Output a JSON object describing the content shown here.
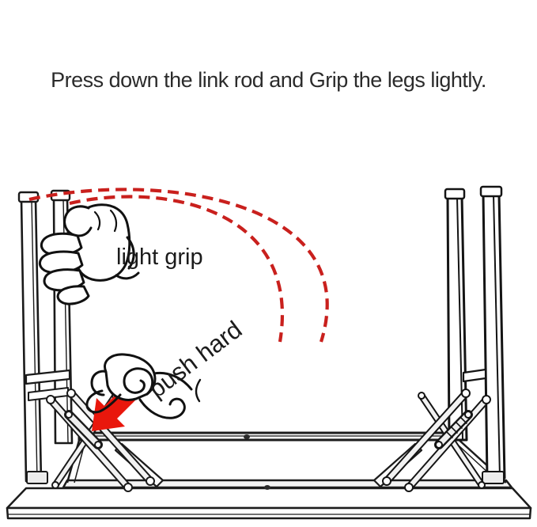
{
  "title": "Press down the link rod and Grip the legs lightly.",
  "labels": {
    "light_grip": "light grip",
    "push_hard": "push hard"
  },
  "colors": {
    "arc_red": "#c9201d",
    "arrow_red": "#e9170c",
    "ink": "#1c1c1c",
    "background": "#ffffff"
  },
  "icons": {
    "grip_hand": "grip-hand-icon",
    "push_fist": "push-fist-icon",
    "down_left_arrow": "push-arrow-icon",
    "fold_direction": "fold-arc-dashes-icon"
  }
}
